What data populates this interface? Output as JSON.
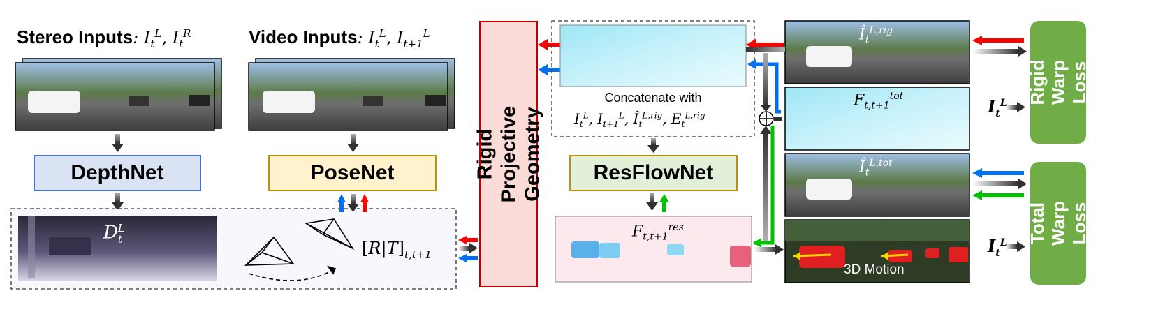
{
  "stereo": {
    "title": "Stereo Inputs",
    "math": ": I_t^L, I_t^R"
  },
  "video": {
    "title": "Video Inputs",
    "math": ": I_t^L, I_{t+1}^L"
  },
  "nets": {
    "depthnet": "DepthNet",
    "posenet": "PoseNet",
    "resflownet": "ResFlowNet",
    "rigid_projective_geometry": "Rigid Projective Geometry"
  },
  "labels": {
    "depth": "D_t^L",
    "pose": "[R|T]_{t,t+1}",
    "concat_title": "Concatenate with",
    "concat_math": "I_t^L, I_{t+1}^L, Î_t^{L,rig}, E_t^{L,rig}",
    "flow_res": "F_{t,t+1}^{res}",
    "flow_tot": "F_{t,t+1}^{tot}",
    "warp_rig": "Î_t^{L,rig}",
    "warp_tot": "Î_t^{L,tot}",
    "motion": "3D Motion",
    "loss_input_1": "I_t^L",
    "loss_input_2": "I_t^L",
    "plus": "⊕"
  },
  "losses": {
    "rigid": "Rigid Warp Loss",
    "total": "Total Warp Loss"
  },
  "colors": {
    "depthnet_fill": "#dae3f3",
    "depthnet_border": "#4472c4",
    "posenet_fill": "#fff2cc",
    "posenet_border": "#bf9000",
    "resflownet_fill": "#e2f0d9",
    "resflownet_border": "#bf9000",
    "rpg_fill": "#fadbd8",
    "rpg_border": "#c00000",
    "loss_fill": "#70ad47",
    "arrow_red": "#ff0000",
    "arrow_blue": "#0070f0",
    "arrow_green": "#00c000",
    "arrow_dark": "#404040"
  }
}
